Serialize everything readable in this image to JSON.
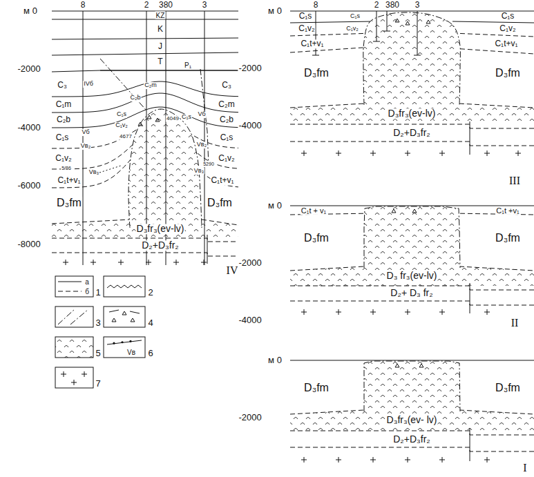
{
  "diagram": {
    "labels": [
      "м 0",
      "8",
      "2",
      "380",
      "3",
      "-2000",
      "-4000",
      "-6000",
      "-8000",
      "KZ",
      "K",
      "J",
      "T",
      "P₁",
      "C₃",
      "C₃",
      "IVб",
      "C₁m",
      "C₂m",
      "C₂m",
      "C₂b",
      "C₂b",
      "C₂b",
      "C₁s",
      "C₁s",
      "Vб",
      "Vб",
      "Vв₂",
      "Vв₂",
      "C₁s",
      "C₁s",
      "C₁v₂",
      "4049",
      "4677",
      "C₁v₂",
      "C₁v₂",
      "5/86",
      "5290",
      "Vв₃",
      "Vв₃",
      "C₁t+v₁",
      "C₁t+v₁",
      "D₃fm",
      "D₃fm",
      "D₃fr₃(ev-lv)",
      "D₂+D₃fr₂",
      "IV",
      "м 0",
      "8",
      "2",
      "380",
      "3",
      "C₁s",
      "C₁s",
      "C₁s",
      "C₁v₂",
      "C₁v₂",
      "C₁v₂",
      "C₁t+v₁",
      "C₁t+v₁",
      "-2000",
      "-4000",
      "D₃fm",
      "D₃fm",
      "D₃fr₃(ev-lv)",
      "D₂+D₃fr₂",
      "III",
      "м 0",
      "C₁t + v₁",
      "C₁t +v₁",
      "-2000",
      "-4000",
      "D₃fm",
      "D₃fm",
      "D₃ fr₃(ev-lv)",
      "D₂+ D₃ fr₂",
      "II",
      "м 0",
      "-2000",
      "D₃fm",
      "D₃fm",
      "D₃fr₃(ev- lv)",
      "D₂+D₃fr₂",
      "I",
      "а",
      "б",
      "Vв"
    ],
    "legend": [
      {
        "text": "1"
      },
      {
        "text": "2"
      },
      {
        "text": "3"
      },
      {
        "text": "4"
      },
      {
        "text": "5"
      },
      {
        "text": "6"
      },
      {
        "text": "7"
      }
    ]
  }
}
